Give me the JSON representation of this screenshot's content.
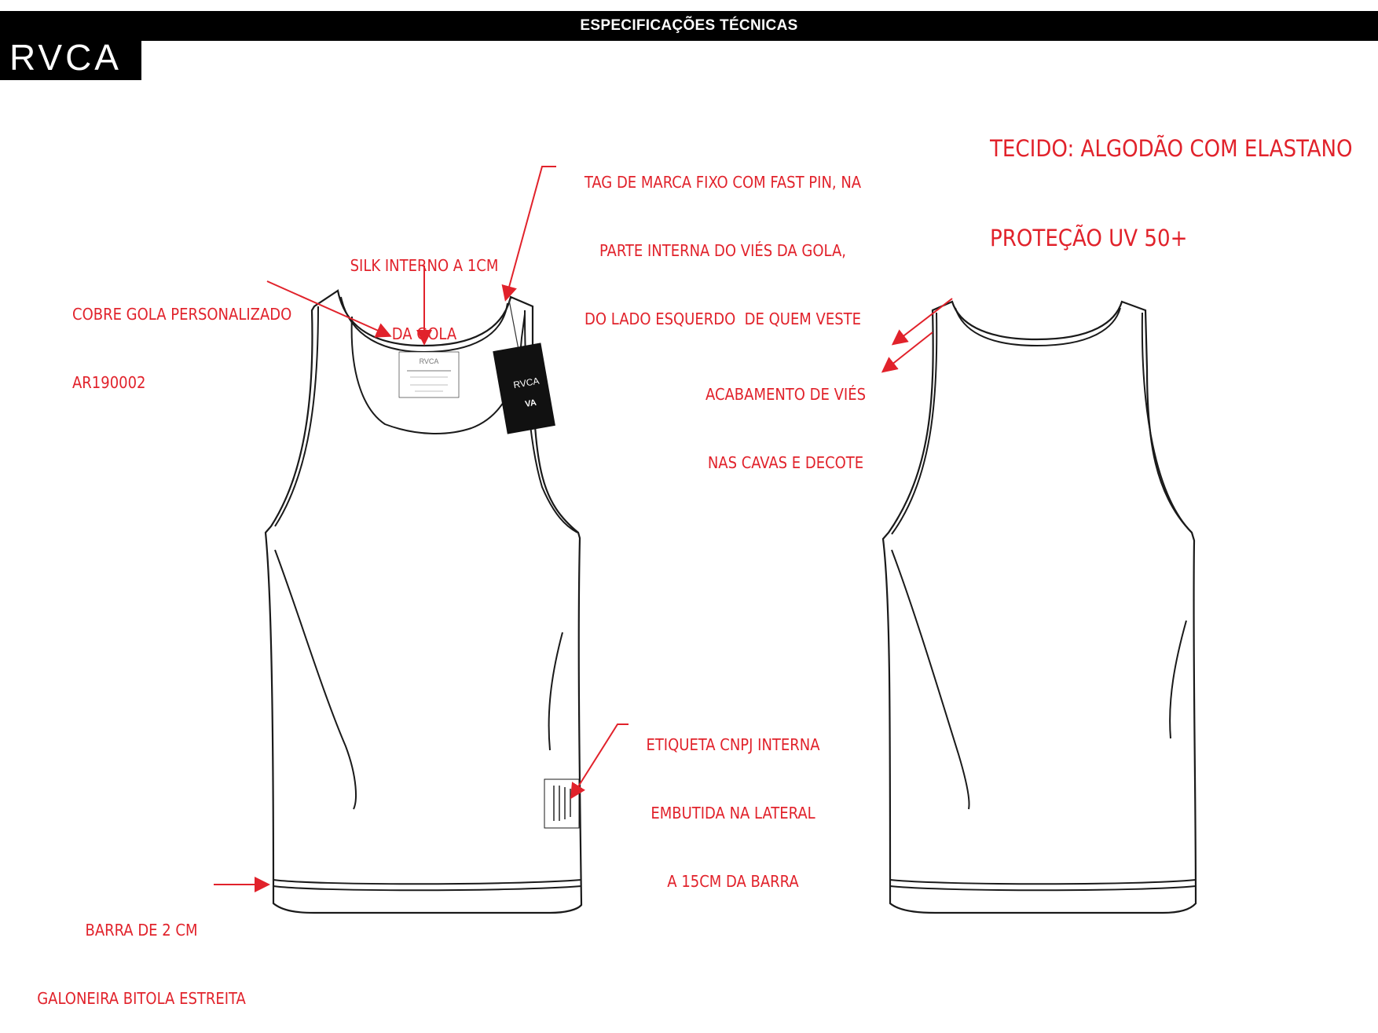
{
  "header": {
    "title": "ESPECIFICAÇÕES TÉCNICAS",
    "brand": "RVCA"
  },
  "colors": {
    "annotation": "#e1222b",
    "outline": "#1a1a1a",
    "bar": "#000000"
  },
  "fabric": {
    "line1": "TECIDO: ALGODÃO COM ELASTANO",
    "line2": "PROTEÇÃO UV 50+"
  },
  "annotations": {
    "brand_tag": {
      "line1": "TAG DE MARCA FIXO COM FAST PIN, NA",
      "line2": "PARTE INTERNA DO VIÉS DA GOLA,",
      "line3": "DO LADO ESQUERDO  DE QUEM VESTE"
    },
    "silk": {
      "line1": "SILK INTERNO A 1CM",
      "line2": "DA GOLA"
    },
    "collar_cover": {
      "line1": "COBRE GOLA PERSONALIZADO",
      "line2": "AR190002"
    },
    "binding": {
      "line1": "ACABAMENTO DE VIÉS",
      "line2": "NAS CAVAS E DECOTE"
    },
    "cnpj_label": {
      "line1": "ETIQUETA CNPJ INTERNA",
      "line2": "EMBUTIDA NA LATERAL",
      "line3": "A 15CM DA BARRA"
    },
    "hem": {
      "line1": "BARRA DE 2 CM",
      "line2": "GALONEIRA BITOLA ESTREITA"
    }
  },
  "hang_tag": {
    "brand": "RVCA",
    "mark": "VA"
  },
  "neck_label": {
    "brand": "RVCA"
  }
}
